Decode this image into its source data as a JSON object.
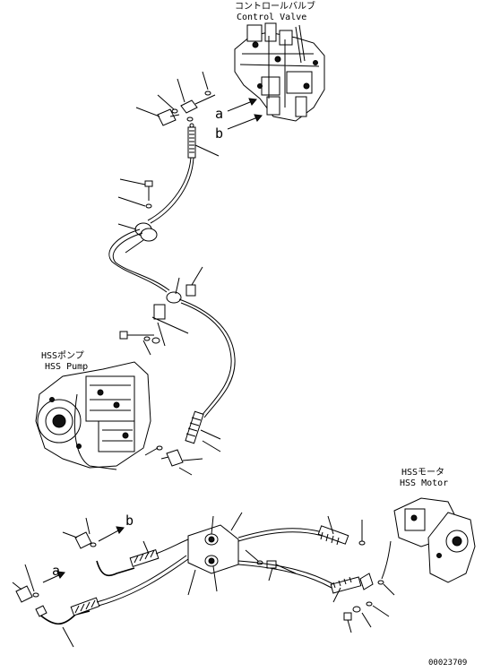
{
  "labels": {
    "control_valve_jp": "コントロールバルブ",
    "control_valve_en": "Control Valve",
    "hss_pump_jp": "HSSポンプ",
    "hss_pump_en": "HSS Pump",
    "hss_motor_jp": "HSSモータ",
    "hss_motor_en": "HSS Motor",
    "port_a": "a",
    "port_b": "b",
    "drawing_number": "00023709"
  }
}
